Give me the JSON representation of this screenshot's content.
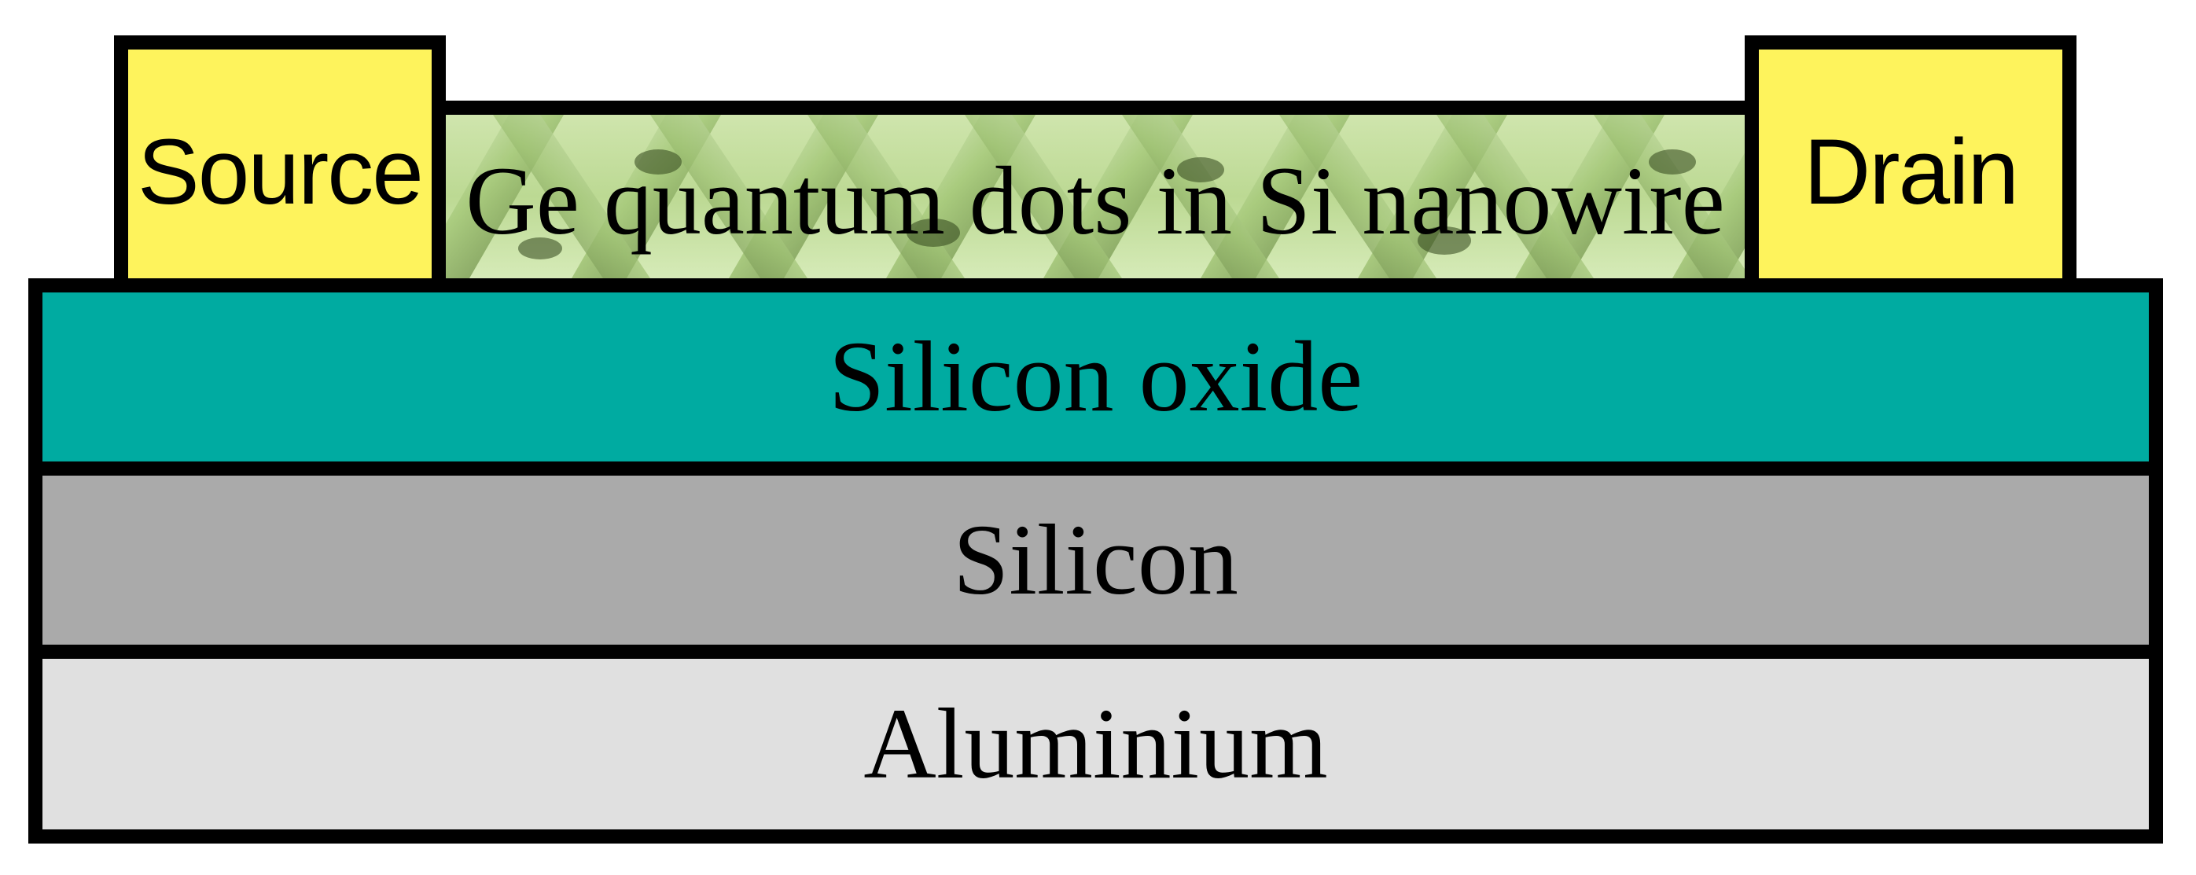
{
  "diagram": {
    "contacts": {
      "source_label": "Source",
      "drain_label": "Drain"
    },
    "channel": {
      "label": "Ge quantum dots in Si nanowire"
    },
    "layers": {
      "oxide_label": "Silicon oxide",
      "silicon_label": "Silicon",
      "aluminium_label": "Aluminium"
    },
    "colors": {
      "contact": "#fef35c",
      "oxide": "#00aba1",
      "silicon": "#aaaaaa",
      "aluminium": "#e0e0e0",
      "nanowire_light": "#e6f3d2",
      "nanowire_dark": "#556b3a",
      "outline": "#000000"
    }
  }
}
